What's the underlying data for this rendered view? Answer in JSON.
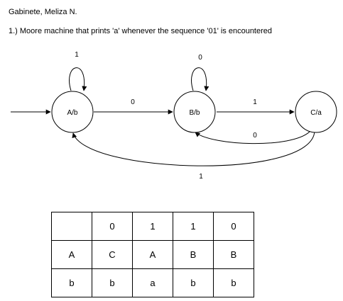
{
  "header": {
    "author": "Gabinete, Meliza N.",
    "question": "1.) Moore machine that prints 'a' whenever the sequence '01'  is encountered"
  },
  "diagram": {
    "states": [
      {
        "id": "A",
        "label": "A/b"
      },
      {
        "id": "B",
        "label": "B/b"
      },
      {
        "id": "C",
        "label": "C/a"
      }
    ],
    "transitions": [
      {
        "from": "A",
        "to": "A",
        "label": "1"
      },
      {
        "from": "A",
        "to": "B",
        "label": "0"
      },
      {
        "from": "B",
        "to": "B",
        "label": "0"
      },
      {
        "from": "B",
        "to": "C",
        "label": "1"
      },
      {
        "from": "C",
        "to": "B",
        "label": "0"
      },
      {
        "from": "C",
        "to": "A",
        "label": "1"
      }
    ]
  },
  "table": {
    "rows": [
      [
        "",
        "0",
        "1",
        "1",
        "0"
      ],
      [
        "A",
        "C",
        "A",
        "B",
        "B"
      ],
      [
        "b",
        "b",
        "a",
        "b",
        "b"
      ]
    ]
  }
}
